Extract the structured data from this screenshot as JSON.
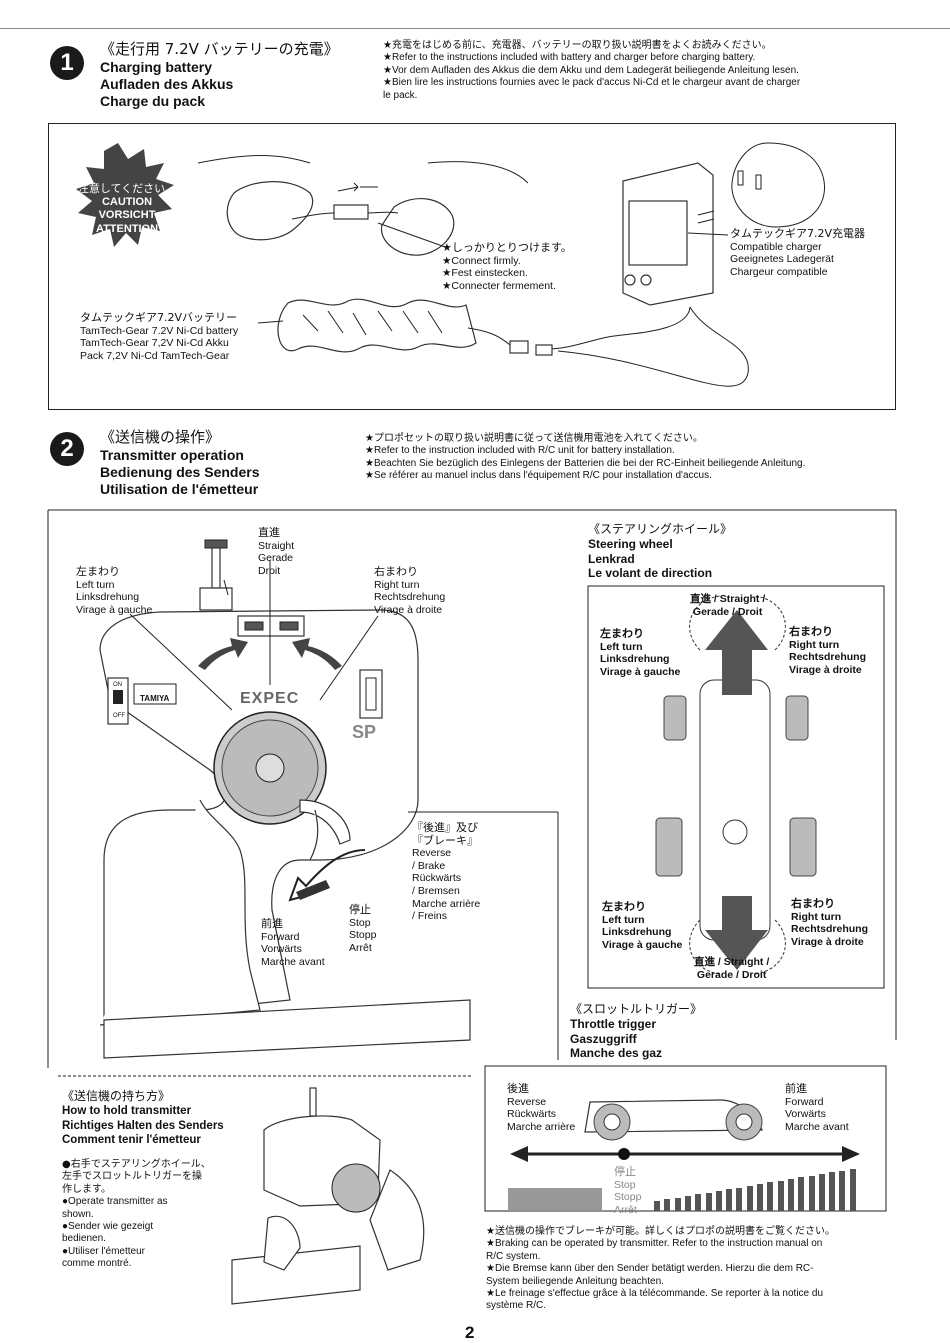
{
  "page_number": "2",
  "step1": {
    "number": "1",
    "title_jp": "《走行用 7.2V バッテリーの充電》",
    "titles": [
      "Charging battery",
      "Aufladen des Akkus",
      "Charge du pack"
    ],
    "notes": [
      "★充電をはじめる前に、充電器、バッテリーの取り扱い説明書をよくお読みください。",
      "★Refer to the instructions included with battery and charger before charging battery.",
      "★Vor dem Aufladen des Akkus die dem Akku und dem Ladegerät beiliegende Anleitung lesen.",
      "★Bien lire les instructions fournies avec le pack d'accus Ni-Cd et le chargeur avant de charger",
      "le pack."
    ],
    "caution": [
      "注意してください。",
      "CAUTION",
      "VORSICHT",
      "ATTENTION"
    ],
    "connect": [
      "★しっかりとりつけます。",
      "★Connect firmly.",
      "★Fest einstecken.",
      "★Connecter fermement."
    ],
    "charger": [
      "タムテックギア7.2V充電器",
      "Compatible charger",
      "Geeignetes Ladegerät",
      "Chargeur compatible"
    ],
    "battery": [
      "タムテックギア7.2Vバッテリー",
      "TamTech-Gear 7.2V Ni-Cd battery",
      "TamTech-Gear 7,2V Ni-Cd Akku",
      "Pack 7,2V Ni-Cd TamTech-Gear"
    ]
  },
  "step2": {
    "number": "2",
    "title_jp": "《送信機の操作》",
    "titles": [
      "Transmitter operation",
      "Bedienung des Senders",
      "Utilisation de l'émetteur"
    ],
    "notes": [
      "★プロポセットの取り扱い説明書に従って送信機用電池を入れてください。",
      "★Refer to the instruction included with R/C unit for battery installation.",
      "★Beachten Sie bezüglich des Einlegens der Batterien die bei der RC-Einheit beiliegende Anleitung.",
      "★Se référer au manuel inclus dans l'équipement R/C pour installation d'accus."
    ],
    "tx_straight": [
      "直進",
      "Straight",
      "Gerade",
      "Droit"
    ],
    "tx_left": [
      "左まわり",
      "Left turn",
      "Linksdrehung",
      "Virage à gauche"
    ],
    "tx_right": [
      "右まわり",
      "Right turn",
      "Rechtsdrehung",
      "Virage à droite"
    ],
    "tx_reverse": [
      "『後進』及び",
      "『ブレーキ』",
      "Reverse",
      "/ Brake",
      "Rückwärts",
      "/ Bremsen",
      "Marche arrière",
      "/ Freins"
    ],
    "tx_stop": [
      "停止",
      "Stop",
      "Stopp",
      "Arrêt"
    ],
    "tx_forward": [
      "前進",
      "Forward",
      "Vorwärts",
      "Marche avant"
    ],
    "tx_brand": "TAMIYA",
    "tx_model": "EXPEC",
    "tx_sp": "SP",
    "tx_sw_on": "ON",
    "tx_sw_off": "OFF",
    "steering": {
      "title_jp": "《ステアリングホイール》",
      "titles": [
        "Steering wheel",
        "Lenkrad",
        "Le volant de direction"
      ],
      "straight_top": [
        "直進 / Straight /",
        "Gerade / Droit"
      ],
      "left_top": [
        "左まわり",
        "Left turn",
        "Linksdrehung",
        "Virage à gauche"
      ],
      "right_top": [
        "右まわり",
        "Right turn",
        "Rechtsdrehung",
        "Virage à droite"
      ],
      "left_bottom": [
        "左まわり",
        "Left turn",
        "Linksdrehung",
        "Virage à gauche"
      ],
      "right_bottom": [
        "右まわり",
        "Right turn",
        "Rechtsdrehung",
        "Virage à droite"
      ],
      "straight_bottom": [
        "直進 / Straight /",
        "Gerade / Droit"
      ]
    },
    "throttle": {
      "title_jp": "《スロットルトリガー》",
      "titles": [
        "Throttle trigger",
        "Gaszuggriff",
        "Manche des gaz"
      ],
      "reverse": [
        "後進",
        "Reverse",
        "Rückwärts",
        "Marche arrière"
      ],
      "forward": [
        "前進",
        "Forward",
        "Vorwärts",
        "Marche avant"
      ],
      "stop": [
        "停止",
        "Stop",
        "Stopp",
        "Arrêt"
      ],
      "notes": [
        "★送信機の操作でブレーキが可能。詳しくはプロポの説明書をご覧ください。",
        "★Braking can be operated by transmitter. Refer to the instruction manual on",
        "R/C system.",
        "★Die Bremse kann über den Sender betätigt werden. Hierzu die dem RC-",
        "System beiliegende Anleitung beachten.",
        "★Le freinage s'effectue grâce à la télécommande. Se reporter à la notice du",
        "système R/C."
      ]
    },
    "hold": {
      "title_jp": "《送信機の持ち方》",
      "titles": [
        "How to hold transmitter",
        "Richtiges Halten des Senders",
        "Comment tenir l'émetteur"
      ],
      "lines": [
        "●右手でステアリングホイール、",
        "左手でスロットルトリガーを操",
        "作します。",
        "●Operate transmitter as",
        "shown.",
        "●Sender wie gezeigt",
        "bedienen.",
        "●Utiliser l'émetteur",
        "comme montré."
      ]
    }
  }
}
